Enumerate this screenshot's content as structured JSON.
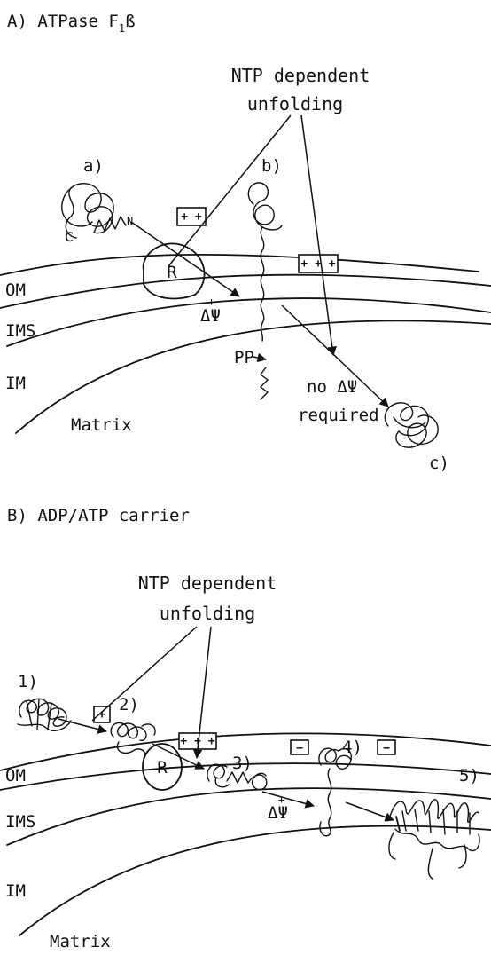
{
  "panel_a": {
    "title": "A) ATPase F",
    "title_sub": "1",
    "title_tail": "ß",
    "ntp_line1": "NTP dependent",
    "ntp_line2": "unfolding",
    "step_a": "a)",
    "step_b": "b)",
    "step_c": "c)",
    "c_term": "c",
    "n_term": "N",
    "box_small": "+ +",
    "box_large": "+ + +",
    "receptor": "R",
    "membrane_om": "OM",
    "membrane_ims": "IMS",
    "membrane_im": "IM",
    "matrix": "Matrix",
    "delta_psi": "ΔΨ",
    "plus": "+",
    "pp": "PP",
    "no_dpsi_line1": "no ΔΨ",
    "no_dpsi_line2": "required"
  },
  "panel_b": {
    "title": "B) ADP/ATP carrier",
    "ntp_line1": "NTP dependent",
    "ntp_line2": "unfolding",
    "step_1": "1)",
    "step_2": "2)",
    "step_3": "3)",
    "step_4": "4)",
    "step_5": "5)",
    "box_small": "+",
    "box_large": "+ + +",
    "box_minus": "−",
    "receptor": "R",
    "membrane_om": "OM",
    "membrane_ims": "IMS",
    "membrane_im": "IM",
    "matrix": "Matrix",
    "delta_psi": "ΔΨ",
    "plus": "+"
  }
}
